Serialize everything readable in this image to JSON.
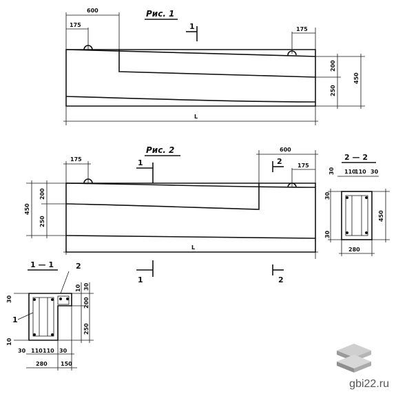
{
  "fig1": {
    "title": "Рис. 1",
    "dim_600": "600",
    "dim_175_left": "175",
    "dim_175_right": "175",
    "dim_200": "200",
    "dim_250": "250",
    "dim_450": "450",
    "dim_L": "L",
    "cut_mark": "1"
  },
  "fig2": {
    "title": "Рис. 2",
    "dim_175_left": "175",
    "dim_600": "600",
    "dim_175_right": "175",
    "dim_450": "450",
    "dim_200": "200",
    "dim_250": "250",
    "dim_L": "L",
    "cut_mark_top": "1",
    "cut_mark_bottom": "1",
    "cut_mark_2_top": "2",
    "cut_mark_2_bottom": "2"
  },
  "section22": {
    "title": "2 — 2",
    "dim_30_left": "30",
    "dim_110_a": "110",
    "dim_110_b": "110",
    "dim_30_right": "30",
    "dim_30_top": "30",
    "dim_30_bottom": "30",
    "dim_450": "450",
    "dim_280": "280"
  },
  "section11": {
    "title": "1 — 1",
    "cut_mark_2": "2",
    "dim_30_top": "30",
    "dim_10": "10",
    "dim_30_r": "30",
    "dim_200": "200",
    "dim_250": "250",
    "dim_10_bottom": "10",
    "dim_30_a": "30",
    "dim_110_a": "110",
    "dim_110_b": "110",
    "dim_30_b": "30",
    "dim_280": "280",
    "dim_150": "150",
    "callout_1": "1"
  },
  "watermark": {
    "text": "gbi22.ru"
  }
}
